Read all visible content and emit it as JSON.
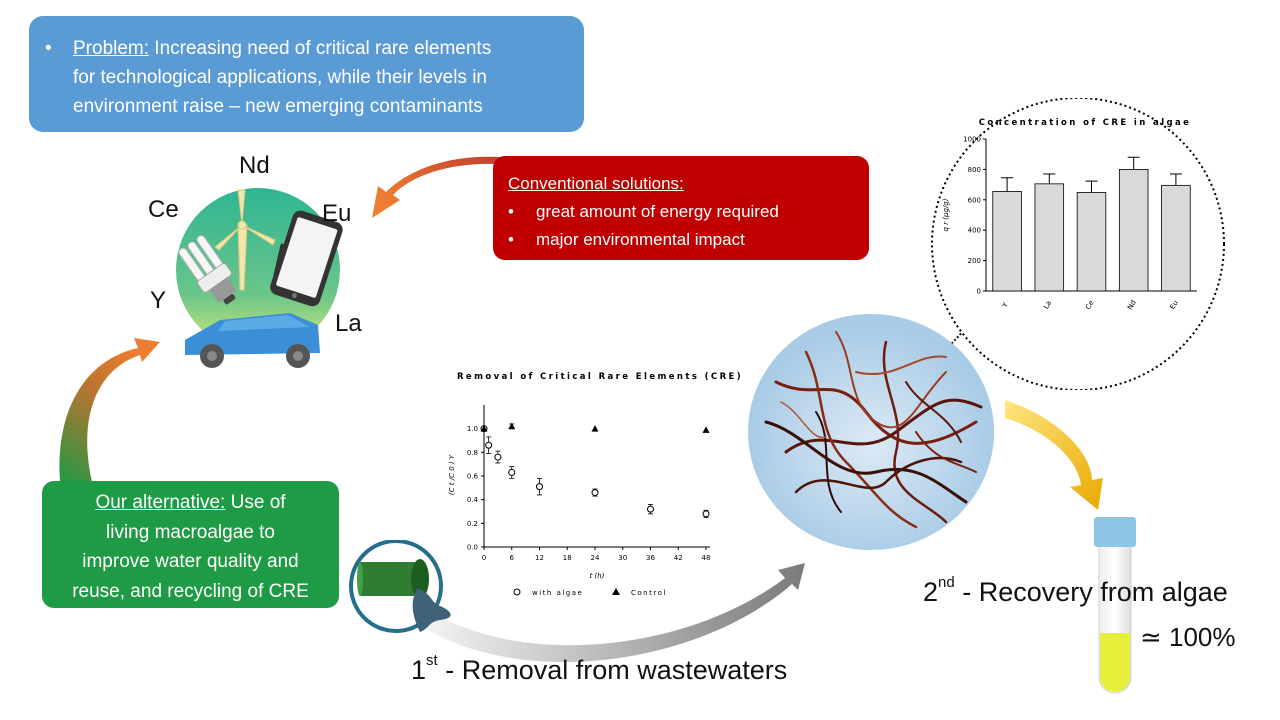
{
  "problem": {
    "bullet": "•",
    "heading": "Problem:",
    "text_line1": " Increasing need of critical rare elements",
    "text_line2": "for  technological applications, while their levels in",
    "text_line3": "environment raise – new emerging contaminants"
  },
  "conventional": {
    "heading": "Conventional solutions:",
    "items": [
      "great amount of energy required",
      "major environmental impact"
    ]
  },
  "alternative": {
    "heading": "Our alternative:",
    "text_line1": " Use of",
    "text_line2": "living macroalgae to",
    "text_line3": "improve water quality and",
    "text_line4": "reuse, and recycling of CRE"
  },
  "elements": [
    "Nd",
    "Ce",
    "Eu",
    "Y",
    "La"
  ],
  "removal": {
    "ordinal": "1",
    "sup": "st",
    "text": " - Removal from wastewaters"
  },
  "recovery": {
    "ordinal": "2",
    "sup": "nd",
    "text": " - Recovery from algae",
    "value": "≃  100%"
  },
  "colors": {
    "problem_box": "#5b9bd5",
    "conventional_box": "#c00000",
    "alternative_box": "#1f9a45",
    "arrow_orange": "#ed7d31",
    "arrow_gold": "#f5b800"
  },
  "icons": [
    "globe-icon",
    "wind-turbine-icon",
    "light-bulb-icon",
    "tablet-icon",
    "car-icon",
    "pipe-icon",
    "seaweed-icon",
    "test-tube-icon"
  ],
  "chart_data": [
    {
      "type": "scatter",
      "title": "Removal of Critical Rare Elements (CRE)",
      "xlabel": "t (h)",
      "ylabel": "(C t /C 0 ) Y",
      "xlim": [
        0,
        48
      ],
      "ylim": [
        0,
        1.2
      ],
      "xticks": [
        "0",
        "6",
        "12",
        "18",
        "24",
        "30",
        "36",
        "42",
        "48"
      ],
      "yticks": [
        "0.0",
        "0.2",
        "0.4",
        "0.6",
        "0.8",
        "1.0"
      ],
      "series": [
        {
          "name": "with algae",
          "marker": "open-circle",
          "x": [
            0,
            1,
            3,
            6,
            12,
            24,
            36,
            48
          ],
          "y": [
            1.0,
            0.86,
            0.76,
            0.63,
            0.51,
            0.46,
            0.32,
            0.28
          ],
          "err": [
            0,
            0.07,
            0.05,
            0.05,
            0.07,
            0.03,
            0.04,
            0.03
          ]
        },
        {
          "name": "Control",
          "marker": "filled-triangle",
          "x": [
            0,
            6,
            24,
            48
          ],
          "y": [
            1.0,
            1.02,
            1.0,
            0.99
          ],
          "err": [
            0,
            0.02,
            0,
            0
          ]
        }
      ]
    },
    {
      "type": "bar",
      "title": "Concentration of CRE in algae",
      "ylabel": "q r (µg/g)",
      "categories": [
        "Y",
        "La",
        "Ce",
        "Nd",
        "Eu"
      ],
      "values": [
        655,
        705,
        648,
        800,
        695
      ],
      "err": [
        90,
        65,
        75,
        80,
        75
      ],
      "ylim": [
        0,
        1000
      ],
      "yticks": [
        "0",
        "200",
        "400",
        "600",
        "800",
        "1000"
      ]
    }
  ]
}
